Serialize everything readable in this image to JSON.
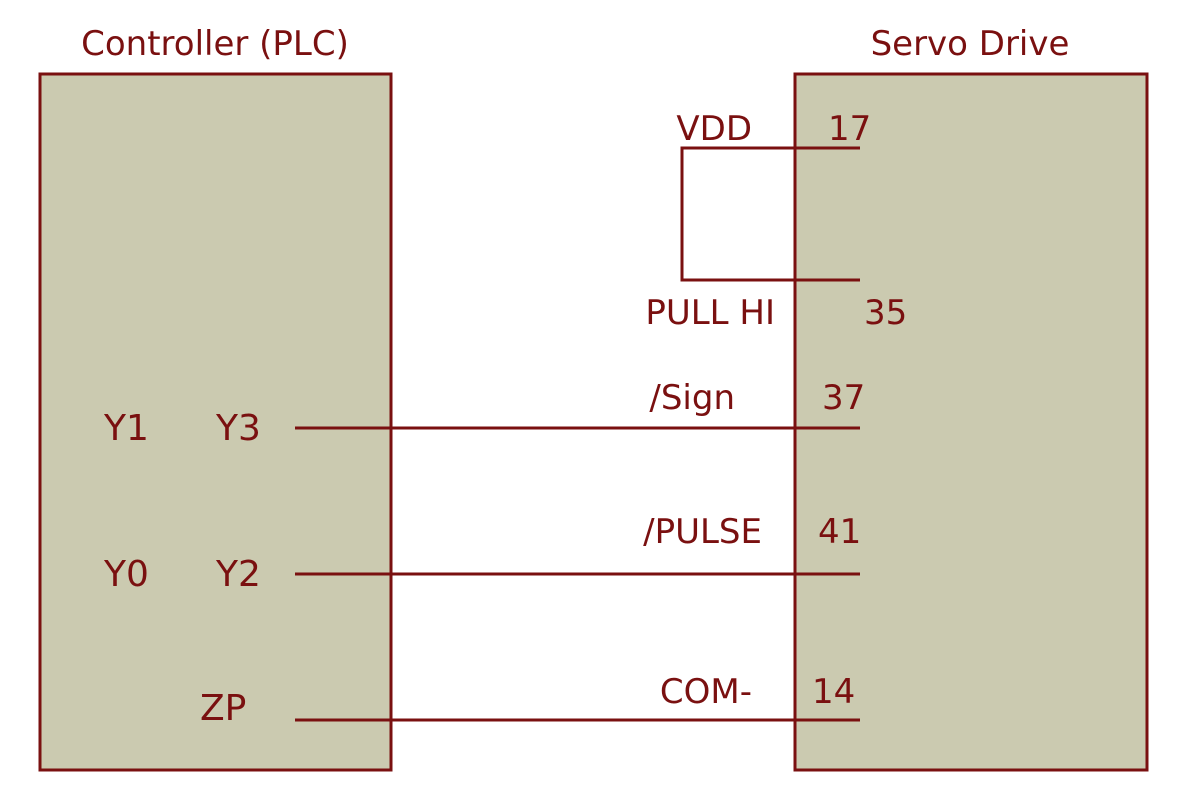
{
  "controller": {
    "title": "Controller (PLC)",
    "ports": {
      "y1": "Y1",
      "y3": "Y3",
      "y0": "Y0",
      "y2": "Y2",
      "zp": "ZP"
    }
  },
  "servo": {
    "title": "Servo Drive",
    "signals": {
      "vdd": "VDD",
      "pull_hi": "PULL HI",
      "sign": "/Sign",
      "pulse": "/PULSE",
      "com": "COM-"
    },
    "pins": {
      "vdd": "17",
      "pull_hi": "35",
      "sign": "37",
      "pulse": "41",
      "com": "14"
    }
  },
  "colors": {
    "block_fill": "#cbcab0",
    "line": "#7a1010",
    "background": "#ffffff"
  }
}
